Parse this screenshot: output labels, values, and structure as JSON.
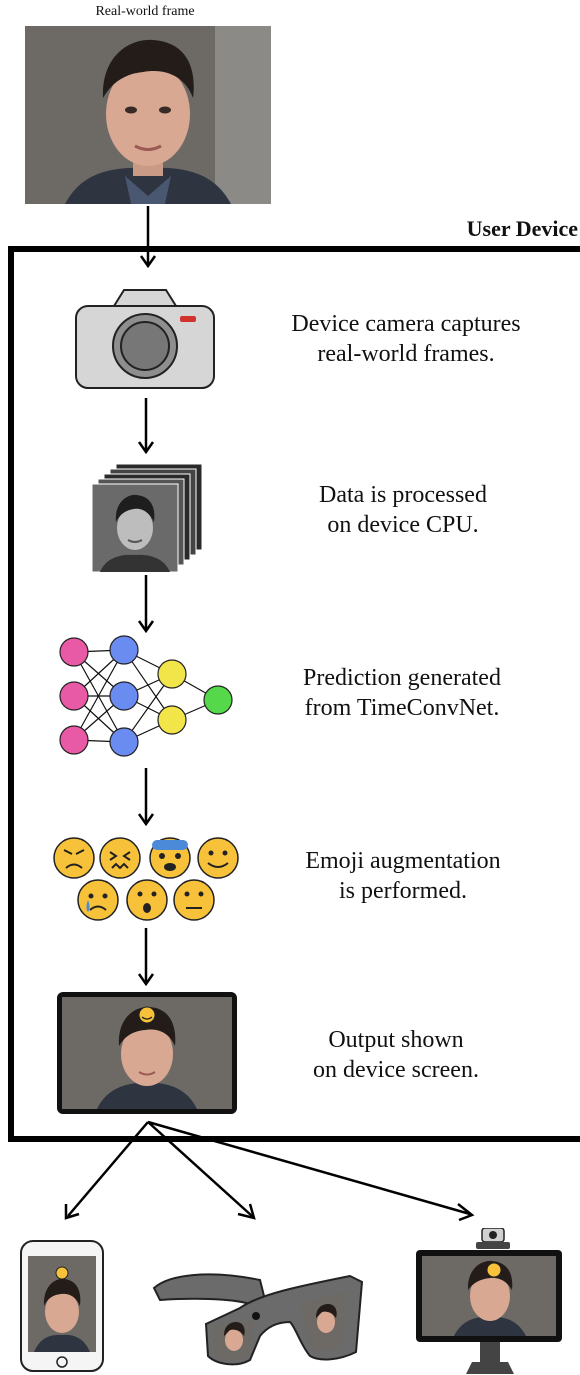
{
  "top_caption": "Real-world frame",
  "device_title": "User Device",
  "steps": [
    {
      "text_line1": "Device camera captures",
      "text_line2": "real-world frames."
    },
    {
      "text_line1": "Data is processed",
      "text_line2": "on device CPU."
    },
    {
      "text_line1": "Prediction generated",
      "text_line2": "from TimeConvNet."
    },
    {
      "text_line1": "Emoji augmentation",
      "text_line2": "is performed."
    },
    {
      "text_line1": "Output shown",
      "text_line2": "on device screen."
    }
  ],
  "outputs": [
    "smartphone",
    "smart-glasses",
    "desktop-monitor"
  ],
  "colors": {
    "node_pink": "#e95aa6",
    "node_blue": "#6a8cf0",
    "node_yellow": "#f2e54a",
    "node_green": "#55d84a",
    "camera": "#d6d6d6",
    "emoji": "#f7c23a"
  }
}
